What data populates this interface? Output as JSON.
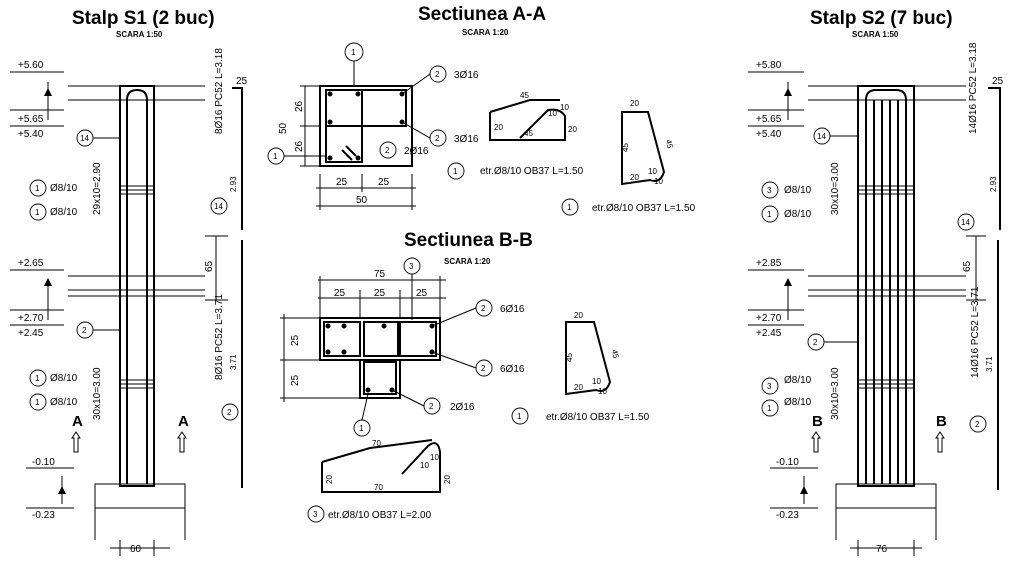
{
  "s1": {
    "title": "Stalp S1 (2 buc)",
    "scale": "SCARA 1:50",
    "levels": [
      "+5.60",
      "+5.65",
      "+5.40",
      "+2.65",
      "+2.70",
      "+2.45",
      "-0.10",
      "-0.23"
    ],
    "stirrups_top": "29x10=2.90",
    "stirrups_bottom": "30x10=3.00",
    "stirrup_spec": "Ø8/10",
    "bar_top": "8Ø16 PC52 L=3.18",
    "bar_bottom": "8Ø16 PC52 L=3.71",
    "top_len": "2.93",
    "bot_len": "3.71",
    "hook": "25",
    "gap": "65",
    "width": "60",
    "cut": "A",
    "marks": {
      "m14": "14",
      "m1": "1",
      "m2": "2"
    }
  },
  "s2": {
    "title": "Stalp S2 (7 buc)",
    "scale": "SCARA 1:50",
    "levels": [
      "+5.80",
      "+5.65",
      "+5.40",
      "+2.85",
      "+2.70",
      "+2.45",
      "-0.10",
      "-0.23"
    ],
    "stirrups_top": "30x10=3.00",
    "stirrups_bottom": "30x10=3.00",
    "stirrup_spec": "Ø8/10",
    "bar_top": "14Ø16 PC52 L=3.18",
    "bar_bottom": "14Ø16 PC52 L=3.71",
    "top_len": "2.93",
    "bot_len": "3.71",
    "hook": "25",
    "gap": "65",
    "width": "76",
    "cut": "B",
    "marks": {
      "m14": "14",
      "m1": "1",
      "m2": "2",
      "m3": "3"
    }
  },
  "sec_a": {
    "title": "Sectiunea A-A",
    "scale": "SCARA 1:20",
    "bars1": "3Ø16",
    "bars2": "3Ø16",
    "bars3": "2Ø16",
    "dims": {
      "d26a": "26",
      "d26b": "26",
      "d50v": "50",
      "d25a": "25",
      "d25b": "25",
      "d50h": "50"
    },
    "stirrup1": "etr.Ø8/10 OB37 L=1.50",
    "stirrup2": "etr.Ø8/10 OB37 L=1.50",
    "shape1": {
      "a": "45",
      "b": "10",
      "c": "10",
      "d": "20",
      "e": "20",
      "f": "45"
    },
    "shape2": {
      "a": "20",
      "b": "45",
      "c": "45",
      "d": "10",
      "e": "10",
      "f": "20"
    }
  },
  "sec_b": {
    "title": "Sectiunea B-B",
    "scale": "SCARA 1:20",
    "bars1": "6Ø16",
    "bars2": "6Ø16",
    "bars3": "2Ø16",
    "dims": {
      "d75": "75",
      "d25a": "25",
      "d25b": "25",
      "d25c": "25",
      "d25v1": "25",
      "d25v2": "25"
    },
    "stirrup1": "etr.Ø8/10 OB37 L=1.50",
    "stirrup3": "etr.Ø8/10 OB37 L=2.00",
    "shape1": {
      "a": "20",
      "b": "45",
      "c": "45",
      "d": "10",
      "e": "10",
      "f": "20"
    },
    "shape3": {
      "a": "70",
      "b": "70",
      "c": "10",
      "d": "10",
      "e": "20",
      "f": "20"
    }
  }
}
